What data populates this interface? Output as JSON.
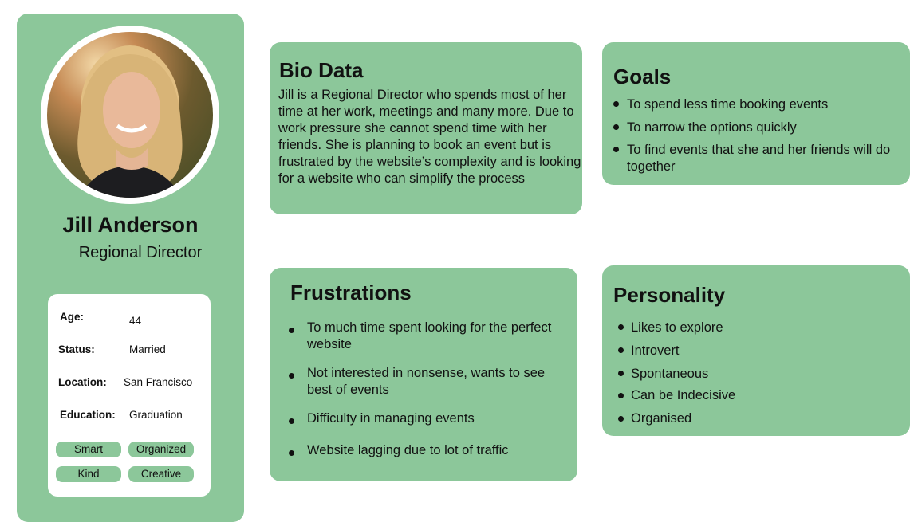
{
  "profile": {
    "name": "Jill Anderson",
    "role": "Regional Director",
    "details": [
      {
        "label": "Age:",
        "value": "44"
      },
      {
        "label": "Status:",
        "value": "Married"
      },
      {
        "label": "Location:",
        "value": "San Francisco"
      },
      {
        "label": "Education:",
        "value": "Graduation"
      }
    ],
    "tags": [
      "Smart",
      "Organized",
      "Kind",
      "Creative"
    ]
  },
  "bio": {
    "title": "Bio Data",
    "text": "Jill is a Regional Director who spends most of her time at her work, meetings and many more. Due to work pressure she cannot spend time with her friends. She is planning to book an event but is frustrated by the website’s complexity and is looking for a website who can simplify the process"
  },
  "goals": {
    "title": "Goals",
    "items": [
      "To spend less time booking events",
      "To narrow the options quickly",
      "To find events that she and her friends will do together"
    ]
  },
  "frustrations": {
    "title": "Frustrations",
    "items": [
      "To much time spent looking for the perfect website",
      "Not interested in nonsense, wants to see best of events",
      "Difficulty in managing events",
      "Website lagging due to lot of traffic"
    ]
  },
  "personality": {
    "title": "Personality",
    "items": [
      "Likes to explore",
      "Introvert",
      "Spontaneous",
      "Can be Indecisive",
      "Organised"
    ]
  },
  "colors": {
    "card": "#8cc79a",
    "text": "#111111",
    "background": "#ffffff"
  }
}
